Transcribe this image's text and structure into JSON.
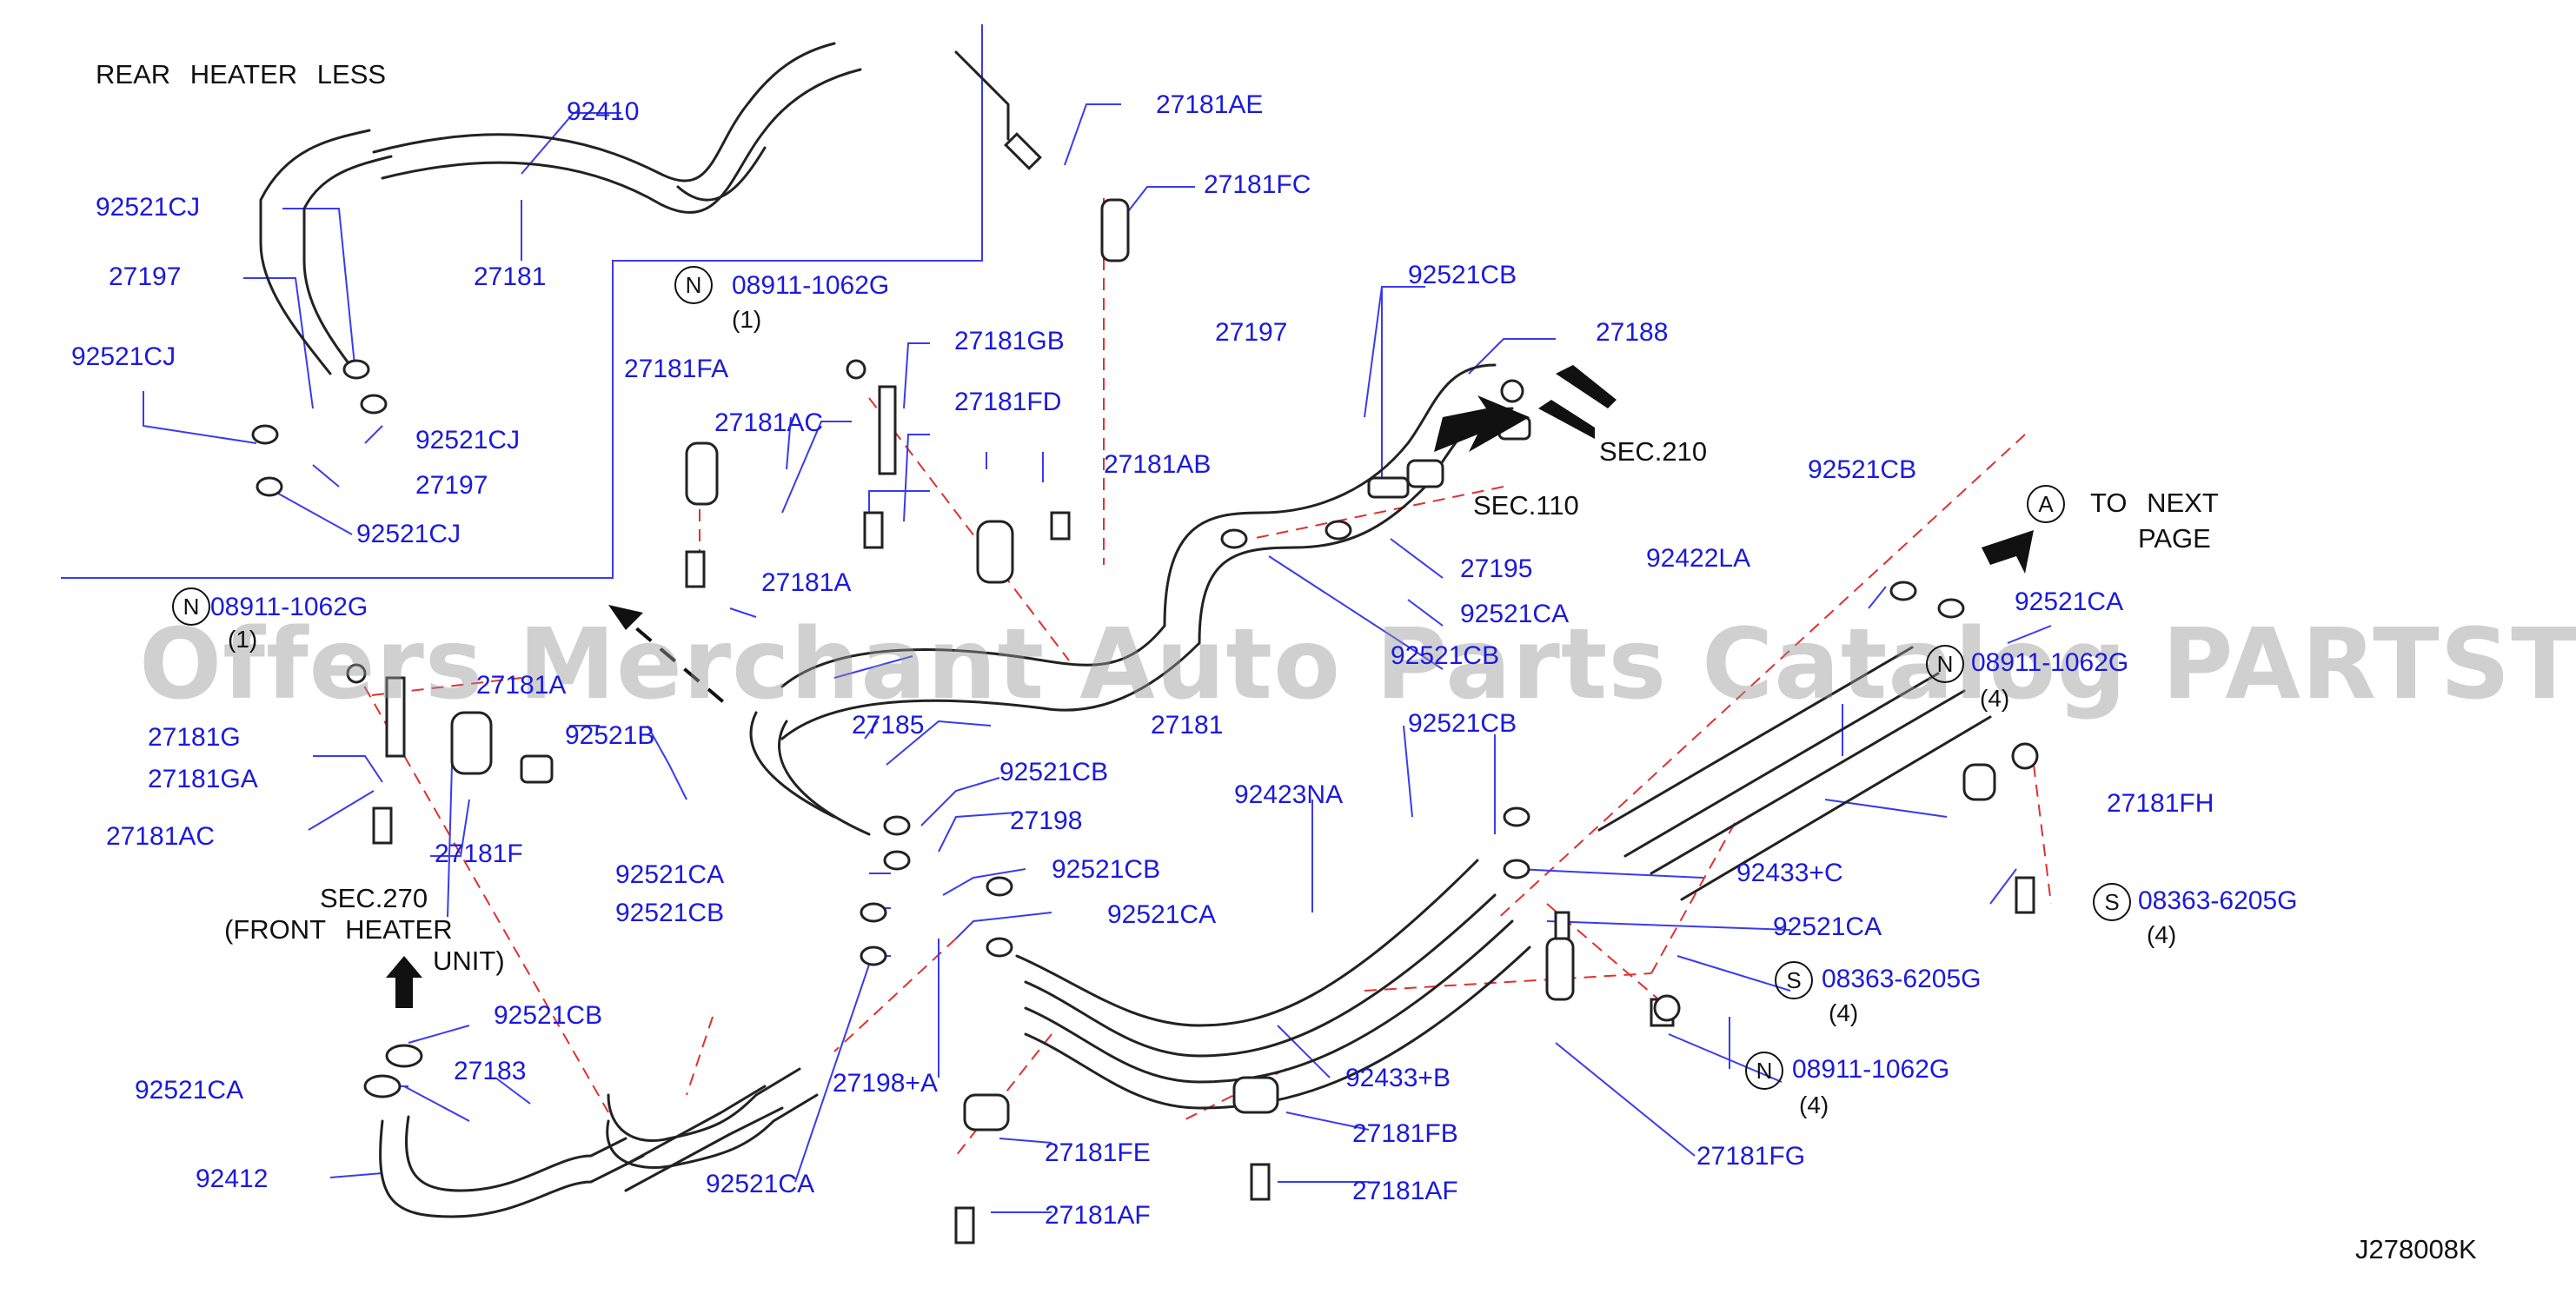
{
  "diagram": {
    "title": "REAR HEATER LESS",
    "code": "J278008K",
    "watermark": "Offers Merchant Auto Parts Catalog PARTSTORE.SA",
    "refs": {
      "sec270_line1": "SEC.270",
      "sec270_line2": "(FRONT HEATER",
      "sec270_line3": "UNIT)",
      "sec210": "SEC.210",
      "sec110": "SEC.110",
      "to_next_line1": "TO NEXT",
      "to_next_line2": "PAGE"
    },
    "symbols": {
      "n": "N",
      "s": "S",
      "a": "A"
    },
    "parts": [
      {
        "id": "p1",
        "label": "92410"
      },
      {
        "id": "p2",
        "label": "92521CJ"
      },
      {
        "id": "p3",
        "label": "27197"
      },
      {
        "id": "p4",
        "label": "27181"
      },
      {
        "id": "p5",
        "label": "92521CJ"
      },
      {
        "id": "p6",
        "label": "92521CJ"
      },
      {
        "id": "p7",
        "label": "27197"
      },
      {
        "id": "p8",
        "label": "92521CJ"
      },
      {
        "id": "p9",
        "label": "08911-1062G"
      },
      {
        "id": "p10",
        "label": "27181FA"
      },
      {
        "id": "p11",
        "label": "27181AC"
      },
      {
        "id": "p12",
        "label": "27181GB"
      },
      {
        "id": "p13",
        "label": "27181FD"
      },
      {
        "id": "p14",
        "label": "27181AB"
      },
      {
        "id": "p15",
        "label": "27181A"
      },
      {
        "id": "p16",
        "label": "27181AE"
      },
      {
        "id": "p17",
        "label": "27181FC"
      },
      {
        "id": "p18",
        "label": "27197"
      },
      {
        "id": "p19",
        "label": "92521CB"
      },
      {
        "id": "p20",
        "label": "27188"
      },
      {
        "id": "p21",
        "label": "27195"
      },
      {
        "id": "p22",
        "label": "92521CA"
      },
      {
        "id": "p23",
        "label": "92521CB"
      },
      {
        "id": "p24",
        "label": "27181"
      },
      {
        "id": "p25",
        "label": "08911-1062G"
      },
      {
        "id": "p26",
        "label": "27181A"
      },
      {
        "id": "p27",
        "label": "27181G"
      },
      {
        "id": "p28",
        "label": "27181GA"
      },
      {
        "id": "p29",
        "label": "27181AC"
      },
      {
        "id": "p30",
        "label": "27181F"
      },
      {
        "id": "p31",
        "label": "92521B"
      },
      {
        "id": "p32",
        "label": "27185"
      },
      {
        "id": "p33",
        "label": "92521CB"
      },
      {
        "id": "p34",
        "label": "27198"
      },
      {
        "id": "p35",
        "label": "92521CA"
      },
      {
        "id": "p36",
        "label": "92521CB"
      },
      {
        "id": "p37",
        "label": "92521CB"
      },
      {
        "id": "p38",
        "label": "92521CA"
      },
      {
        "id": "p39",
        "label": "92423NA"
      },
      {
        "id": "p40",
        "label": "92521CB"
      },
      {
        "id": "p41",
        "label": "27183"
      },
      {
        "id": "p42",
        "label": "92521CA"
      },
      {
        "id": "p43",
        "label": "92412"
      },
      {
        "id": "p44",
        "label": "27198+A"
      },
      {
        "id": "p45",
        "label": "92521CA"
      },
      {
        "id": "p46",
        "label": "27181FE"
      },
      {
        "id": "p47",
        "label": "27181AF"
      },
      {
        "id": "p48",
        "label": "92433+B"
      },
      {
        "id": "p49",
        "label": "27181FB"
      },
      {
        "id": "p50",
        "label": "27181AF"
      },
      {
        "id": "p51",
        "label": "92422LA"
      },
      {
        "id": "p52",
        "label": "92521CB"
      },
      {
        "id": "p53",
        "label": "92521CA"
      },
      {
        "id": "p54",
        "label": "08911-1062G"
      },
      {
        "id": "p55",
        "label": "27181FH"
      },
      {
        "id": "p56",
        "label": "08363-6205G"
      },
      {
        "id": "p57",
        "label": "92521CB"
      },
      {
        "id": "p58",
        "label": "92433+C"
      },
      {
        "id": "p59",
        "label": "92521CA"
      },
      {
        "id": "p60",
        "label": "08363-6205G"
      },
      {
        "id": "p61",
        "label": "08911-1062G"
      },
      {
        "id": "p62",
        "label": "27181FG"
      }
    ],
    "quantities": {
      "q1": "(1)",
      "q2": "(1)",
      "q3": "(4)",
      "q4": "(4)",
      "q5": "(4)",
      "q6": "(4)"
    }
  }
}
